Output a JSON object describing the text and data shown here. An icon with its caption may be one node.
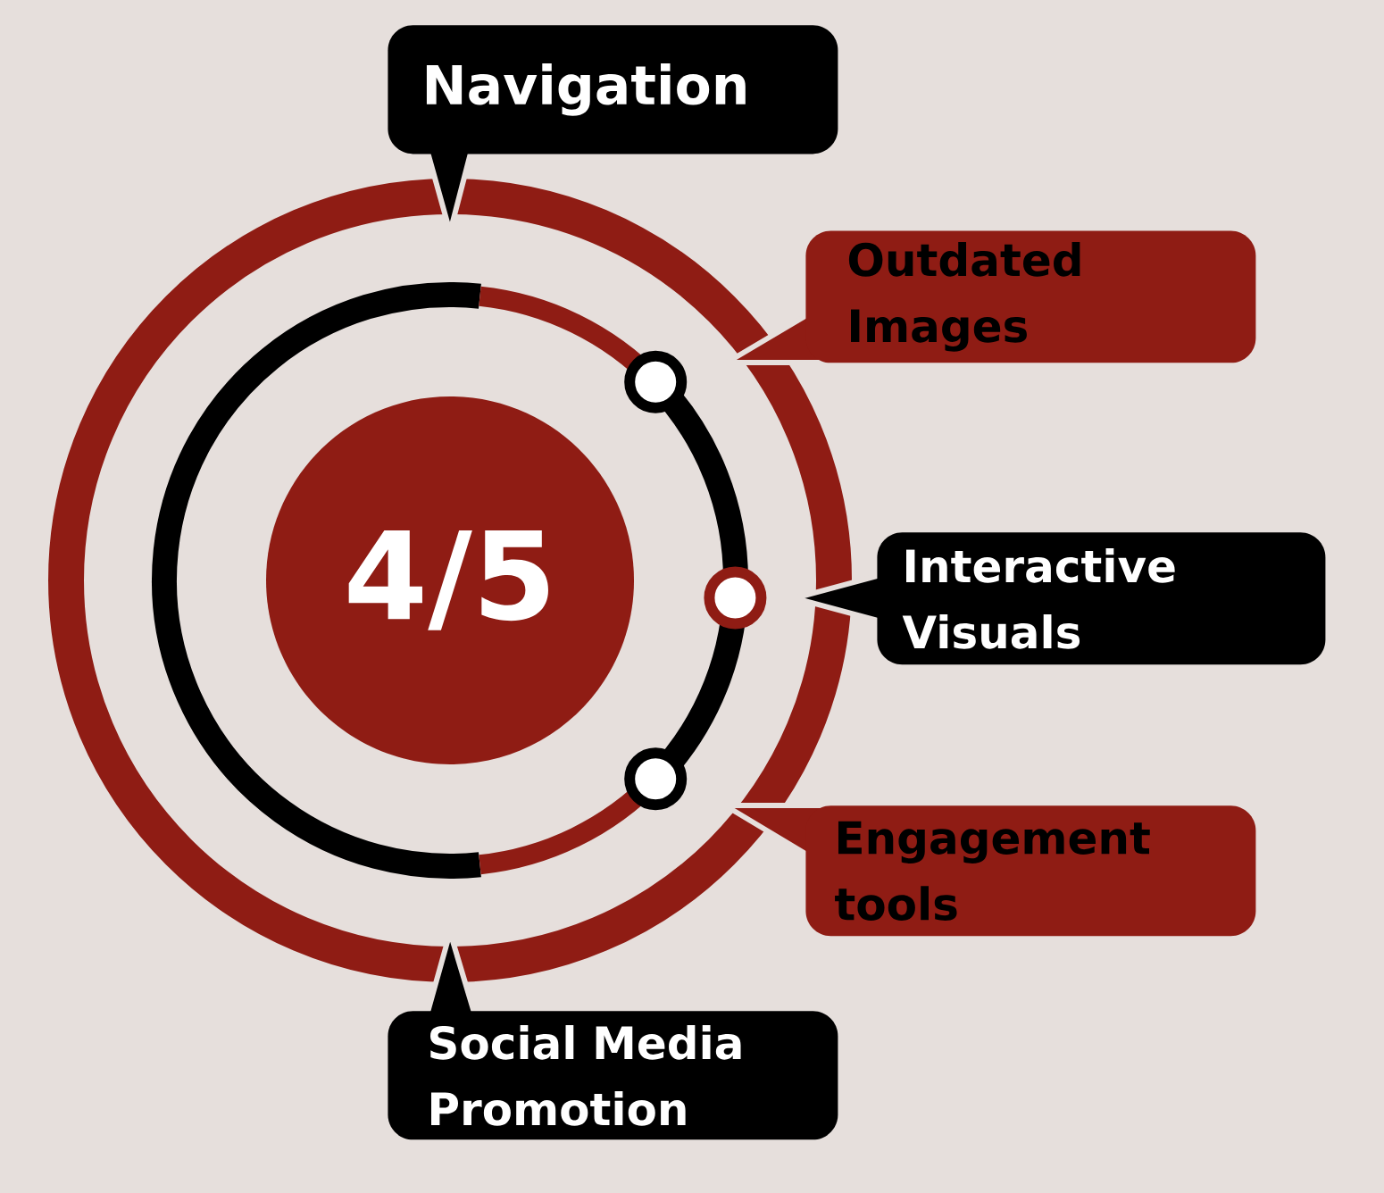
{
  "diagram": {
    "nodes": [
      {
        "text": [
          "Navigation"
        ]
      },
      {
        "text": [
          "Outdated Images"
        ]
      },
      {
        "text": [
          "4/5"
        ]
      },
      {
        "text": [
          "Interactive Visuals"
        ]
      },
      {
        "text": [
          "Engagement tools"
        ]
      },
      {
        "text": [
          "Social Media Promotion"
        ]
      }
    ]
  }
}
